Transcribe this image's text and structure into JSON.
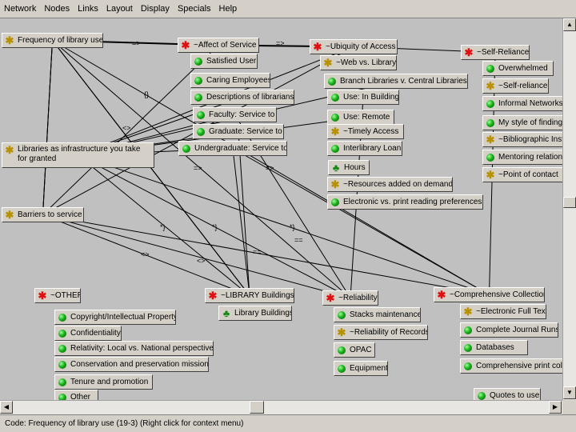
{
  "menu": [
    "Network",
    "Nodes",
    "Links",
    "Layout",
    "Display",
    "Specials",
    "Help"
  ],
  "nodes": [
    {
      "id": "freq",
      "label": "Frequency of library use",
      "icon": "yellow-star"
    },
    {
      "id": "affect",
      "label": "~Affect of Service",
      "icon": "red-star"
    },
    {
      "id": "satisfied",
      "label": "Satisfied User",
      "icon": "green-dot"
    },
    {
      "id": "caring",
      "label": "Caring Employees",
      "icon": "green-dot"
    },
    {
      "id": "descr",
      "label": "Descriptions of librarians",
      "icon": "green-dot"
    },
    {
      "id": "faculty",
      "label": "Faculty: Service to",
      "icon": "green-dot"
    },
    {
      "id": "graduate",
      "label": "Graduate: Service to",
      "icon": "green-dot"
    },
    {
      "id": "undergrad",
      "label": "Undergraduate: Service to",
      "icon": "green-dot"
    },
    {
      "id": "ubiquity",
      "label": "~Ubiquity of Access",
      "icon": "red-star"
    },
    {
      "id": "web",
      "label": "~Web vs. Library",
      "icon": "yellow-star"
    },
    {
      "id": "branch",
      "label": "Branch Libraries v. Central Libraries",
      "icon": "green-dot"
    },
    {
      "id": "inbuilding",
      "label": "Use: In Building",
      "icon": "green-dot"
    },
    {
      "id": "remote",
      "label": "Use: Remote",
      "icon": "green-dot"
    },
    {
      "id": "timely",
      "label": "~Timely Access",
      "icon": "yellow-star"
    },
    {
      "id": "ill",
      "label": "Interlibrary Loan",
      "icon": "green-dot"
    },
    {
      "id": "hours",
      "label": "Hours",
      "icon": "tree"
    },
    {
      "id": "resources",
      "label": "~Resources added on demand",
      "icon": "yellow-star"
    },
    {
      "id": "elecprint",
      "label": "Electronic vs. print reading preferences",
      "icon": "green-dot"
    },
    {
      "id": "selfrel",
      "label": "~Self-Reliance",
      "icon": "red-star"
    },
    {
      "id": "overwhelmed",
      "label": "Overwhelmed",
      "icon": "green-dot"
    },
    {
      "id": "selfrel2",
      "label": "~Self-reliance",
      "icon": "yellow-star"
    },
    {
      "id": "informal",
      "label": "Informal Networks",
      "icon": "green-dot"
    },
    {
      "id": "mystyle",
      "label": "My style of finding",
      "icon": "green-dot"
    },
    {
      "id": "biblio",
      "label": "~Bibliographic Inst",
      "icon": "yellow-star"
    },
    {
      "id": "mentoring",
      "label": "Mentoring relations",
      "icon": "green-dot"
    },
    {
      "id": "poc",
      "label": "~Point of contact",
      "icon": "yellow-star"
    },
    {
      "id": "infra",
      "label": "Libraries as infrastructure you take for granted",
      "icon": "yellow-star"
    },
    {
      "id": "barriers",
      "label": "Barriers to service",
      "icon": "yellow-star"
    },
    {
      "id": "other",
      "label": "~OTHER",
      "icon": "red-star"
    },
    {
      "id": "copyright",
      "label": "Copyright/Intellectual Property",
      "icon": "green-dot"
    },
    {
      "id": "confid",
      "label": "Confidentiality",
      "icon": "green-dot"
    },
    {
      "id": "relativity",
      "label": "Relativity: Local vs. National perspective",
      "icon": "green-dot"
    },
    {
      "id": "conserv",
      "label": "Conservation and preservation mission",
      "icon": "green-dot"
    },
    {
      "id": "tenure",
      "label": "Tenure and promotion",
      "icon": "green-dot"
    },
    {
      "id": "otherleaf",
      "label": "Other",
      "icon": "green-dot"
    },
    {
      "id": "libbuild",
      "label": "~LIBRARY Buildings",
      "icon": "red-star"
    },
    {
      "id": "libbuild2",
      "label": "Library Buildings",
      "icon": "tree"
    },
    {
      "id": "reliability",
      "label": "~Reliability",
      "icon": "red-star"
    },
    {
      "id": "stacks",
      "label": "Stacks maintenance",
      "icon": "green-dot"
    },
    {
      "id": "records",
      "label": "~Reliability of Records",
      "icon": "yellow-star"
    },
    {
      "id": "opac",
      "label": "OPAC",
      "icon": "green-dot"
    },
    {
      "id": "equipment",
      "label": "Equipment",
      "icon": "green-dot"
    },
    {
      "id": "comp",
      "label": "~Comprehensive Collections",
      "icon": "red-star"
    },
    {
      "id": "efull",
      "label": "~Electronic Full Text",
      "icon": "yellow-star"
    },
    {
      "id": "cjr",
      "label": "Complete Journal Runs",
      "icon": "green-dot"
    },
    {
      "id": "databases",
      "label": "Databases",
      "icon": "green-dot"
    },
    {
      "id": "cpc",
      "label": "Comprehensive print colle",
      "icon": "green-dot"
    },
    {
      "id": "quotes",
      "label": "Quotes to use",
      "icon": "green-dot"
    }
  ],
  "edge_labels": [
    "=>",
    "=>",
    "{}",
    "<>",
    "=>",
    "=>",
    "*}",
    "*}",
    "*}",
    "==",
    "==",
    "<>",
    "<>"
  ],
  "status": "Code: Frequency of library use (19-3) (Right click for context menu)"
}
